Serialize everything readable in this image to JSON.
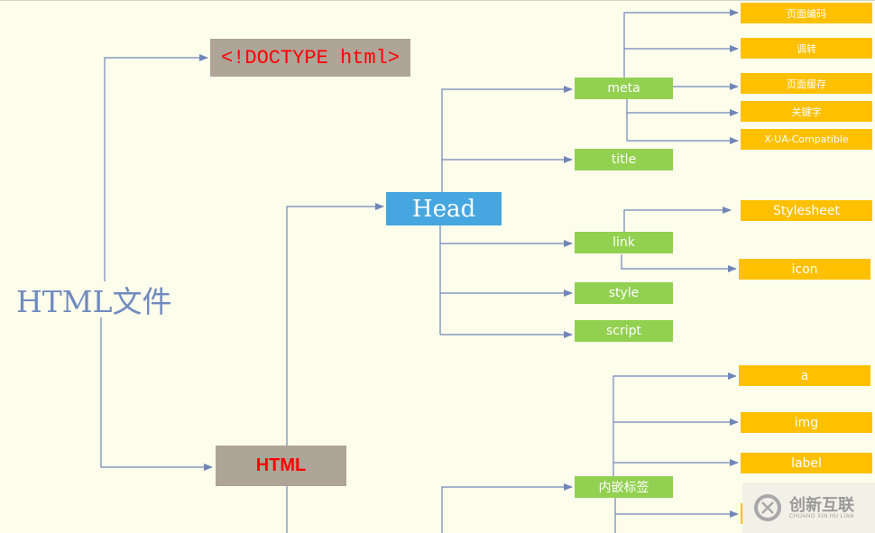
{
  "root": {
    "label": "HTML文件"
  },
  "doctype": {
    "label": "<!DOCTYPE html>"
  },
  "html_node": {
    "label": "HTML"
  },
  "head_node": {
    "label": "Head"
  },
  "head_children": {
    "meta": "meta",
    "title": "title",
    "link": "link",
    "style": "style",
    "script": "script"
  },
  "meta_children": [
    "页面编码",
    "调转",
    "页面缓存",
    "关键字",
    "X-UA-Compatible"
  ],
  "link_children": [
    "Stylesheet",
    "icon"
  ],
  "inline_tags": {
    "label": "内嵌标签"
  },
  "inline_children": [
    "a",
    "img",
    "label"
  ],
  "colors": {
    "background": "#fdfdec",
    "connector": "#6f86b8",
    "green_node": "#92d050",
    "yellow_node": "#ffc000",
    "head_node": "#45a6e0",
    "gray_node": "#aea497",
    "red_text": "#ff0000"
  },
  "watermark": {
    "brand": "创新互联",
    "sub": "CHUANG XIN HU LIAN"
  }
}
